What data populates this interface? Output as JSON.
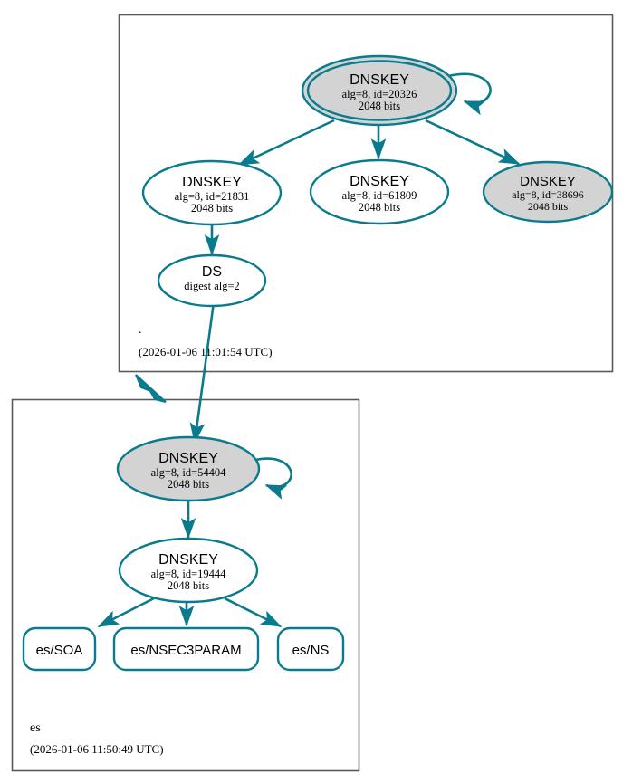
{
  "diagram": {
    "title": "DNSSEC authentication chain",
    "colors": {
      "edge": "#0a7b8c",
      "node_stroke": "#0a7b8c",
      "secure_fill": "#d3d3d3",
      "plain_fill": "#ffffff",
      "cluster_border": "#5a5a5a",
      "text": "#000000"
    },
    "zones": [
      {
        "id": "root",
        "name": ".",
        "timestamp": "(2026-01-06 11:01:54 UTC)",
        "nodes": [
          {
            "id": "root-ksk-20326",
            "kind": "DNSKEY",
            "title": "DNSKEY",
            "line2": "alg=8, id=20326",
            "line3": "2048 bits",
            "shape": "doubleoctagon-ellipse",
            "fill": "secure",
            "self_signed": true
          },
          {
            "id": "root-zsk-21831",
            "kind": "DNSKEY",
            "title": "DNSKEY",
            "line2": "alg=8, id=21831",
            "line3": "2048 bits",
            "shape": "ellipse",
            "fill": "plain",
            "self_signed": false
          },
          {
            "id": "root-zsk-61809",
            "kind": "DNSKEY",
            "title": "DNSKEY",
            "line2": "alg=8, id=61809",
            "line3": "2048 bits",
            "shape": "ellipse",
            "fill": "plain",
            "self_signed": false
          },
          {
            "id": "root-ksk-38696",
            "kind": "DNSKEY",
            "title": "DNSKEY",
            "line2": "alg=8, id=38696",
            "line3": "2048 bits",
            "shape": "ellipse",
            "fill": "secure",
            "self_signed": false
          },
          {
            "id": "root-ds",
            "kind": "DS",
            "title": "DS",
            "line2": "digest alg=2",
            "line3": "",
            "shape": "ellipse",
            "fill": "plain",
            "self_signed": false
          }
        ]
      },
      {
        "id": "es",
        "name": "es",
        "timestamp": "(2026-01-06 11:50:49 UTC)",
        "nodes": [
          {
            "id": "es-ksk-54404",
            "kind": "DNSKEY",
            "title": "DNSKEY",
            "line2": "alg=8, id=54404",
            "line3": "2048 bits",
            "shape": "ellipse",
            "fill": "secure",
            "self_signed": true
          },
          {
            "id": "es-zsk-19444",
            "kind": "DNSKEY",
            "title": "DNSKEY",
            "line2": "alg=8, id=19444",
            "line3": "2048 bits",
            "shape": "ellipse",
            "fill": "plain",
            "self_signed": false
          }
        ],
        "rrsets": [
          {
            "id": "es-soa",
            "label": "es/SOA"
          },
          {
            "id": "es-nsec3param",
            "label": "es/NSEC3PARAM"
          },
          {
            "id": "es-ns",
            "label": "es/NS"
          }
        ]
      }
    ],
    "edges": [
      {
        "from": "root-ksk-20326",
        "to": "root-ksk-20326",
        "type": "self-sign"
      },
      {
        "from": "root-ksk-20326",
        "to": "root-zsk-21831",
        "type": "sign"
      },
      {
        "from": "root-ksk-20326",
        "to": "root-zsk-61809",
        "type": "sign"
      },
      {
        "from": "root-ksk-20326",
        "to": "root-ksk-38696",
        "type": "sign"
      },
      {
        "from": "root-zsk-21831",
        "to": "root-ds",
        "type": "sign"
      },
      {
        "from": "root-ds",
        "to": "es-ksk-54404",
        "type": "delegation"
      },
      {
        "from": "es-ksk-54404",
        "to": "es-ksk-54404",
        "type": "self-sign"
      },
      {
        "from": "es-ksk-54404",
        "to": "es-zsk-19444",
        "type": "sign"
      },
      {
        "from": "es-zsk-19444",
        "to": "es-soa",
        "type": "sign"
      },
      {
        "from": "es-zsk-19444",
        "to": "es-nsec3param",
        "type": "sign"
      },
      {
        "from": "es-zsk-19444",
        "to": "es-ns",
        "type": "sign"
      }
    ]
  }
}
